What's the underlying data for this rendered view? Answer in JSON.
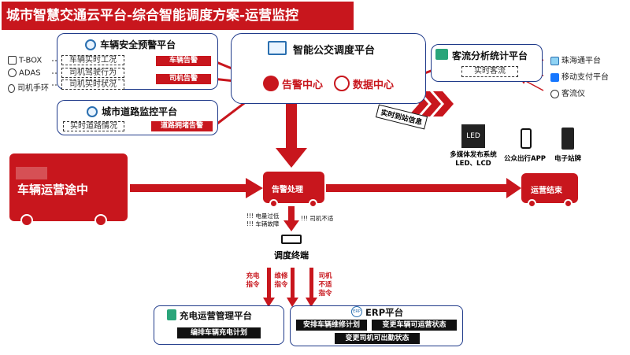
{
  "title": "城市智慧交通云平台-综合智能调度方案-运营监控",
  "vehicle_platform": {
    "title": "车辆安全预警平台",
    "rows": [
      "车辆实时工况",
      "司机驾驶行为",
      "司机实时状况"
    ],
    "tags": [
      "车辆告警",
      "司机告警"
    ]
  },
  "sources": [
    "T-BOX",
    "ADAS",
    "司机手环"
  ],
  "road_platform": {
    "title": "城市道路监控平台",
    "row": "实时道路情况",
    "tag": "道路拥堵告警"
  },
  "dispatch_platform": {
    "title": "智能公交调度平台",
    "alarm_center": "告警中心",
    "data_center": "数据中心"
  },
  "passenger_platform": {
    "title": "客流分析统计平台",
    "row": "实时客流",
    "sources": [
      "珠海通平台",
      "移动支付平台",
      "客流仪"
    ]
  },
  "realtime_info": "实时到站信息",
  "outputs": {
    "multimedia": "多媒体发布系统\nLED、LCD",
    "led_label": "LED",
    "app": "公众出行APP",
    "stop_sign": "电子站牌"
  },
  "buses": {
    "main": "车辆运营途中",
    "alarm": "告警处理",
    "end": "运营结束"
  },
  "alarm_notes": {
    "left": [
      "!!! 电量过低",
      "!!! 车辆故障"
    ],
    "right": "!!! 司机不适"
  },
  "terminal": "调度终端",
  "commands": [
    "充电\n指令",
    "维修\n指令",
    "司机\n不适\n指令"
  ],
  "charging_platform": {
    "title": "充电运营管理平台",
    "tag": "编排车辆充电计划"
  },
  "erp_platform": {
    "title": "ERP平台",
    "icon_text": "ERP",
    "tags": [
      "安排车辆维修计划",
      "变更车辆可运营状态",
      "变更司机可出勤状态"
    ]
  },
  "colors": {
    "accent": "#c8161d",
    "panel_border": "#1f3a8a"
  }
}
